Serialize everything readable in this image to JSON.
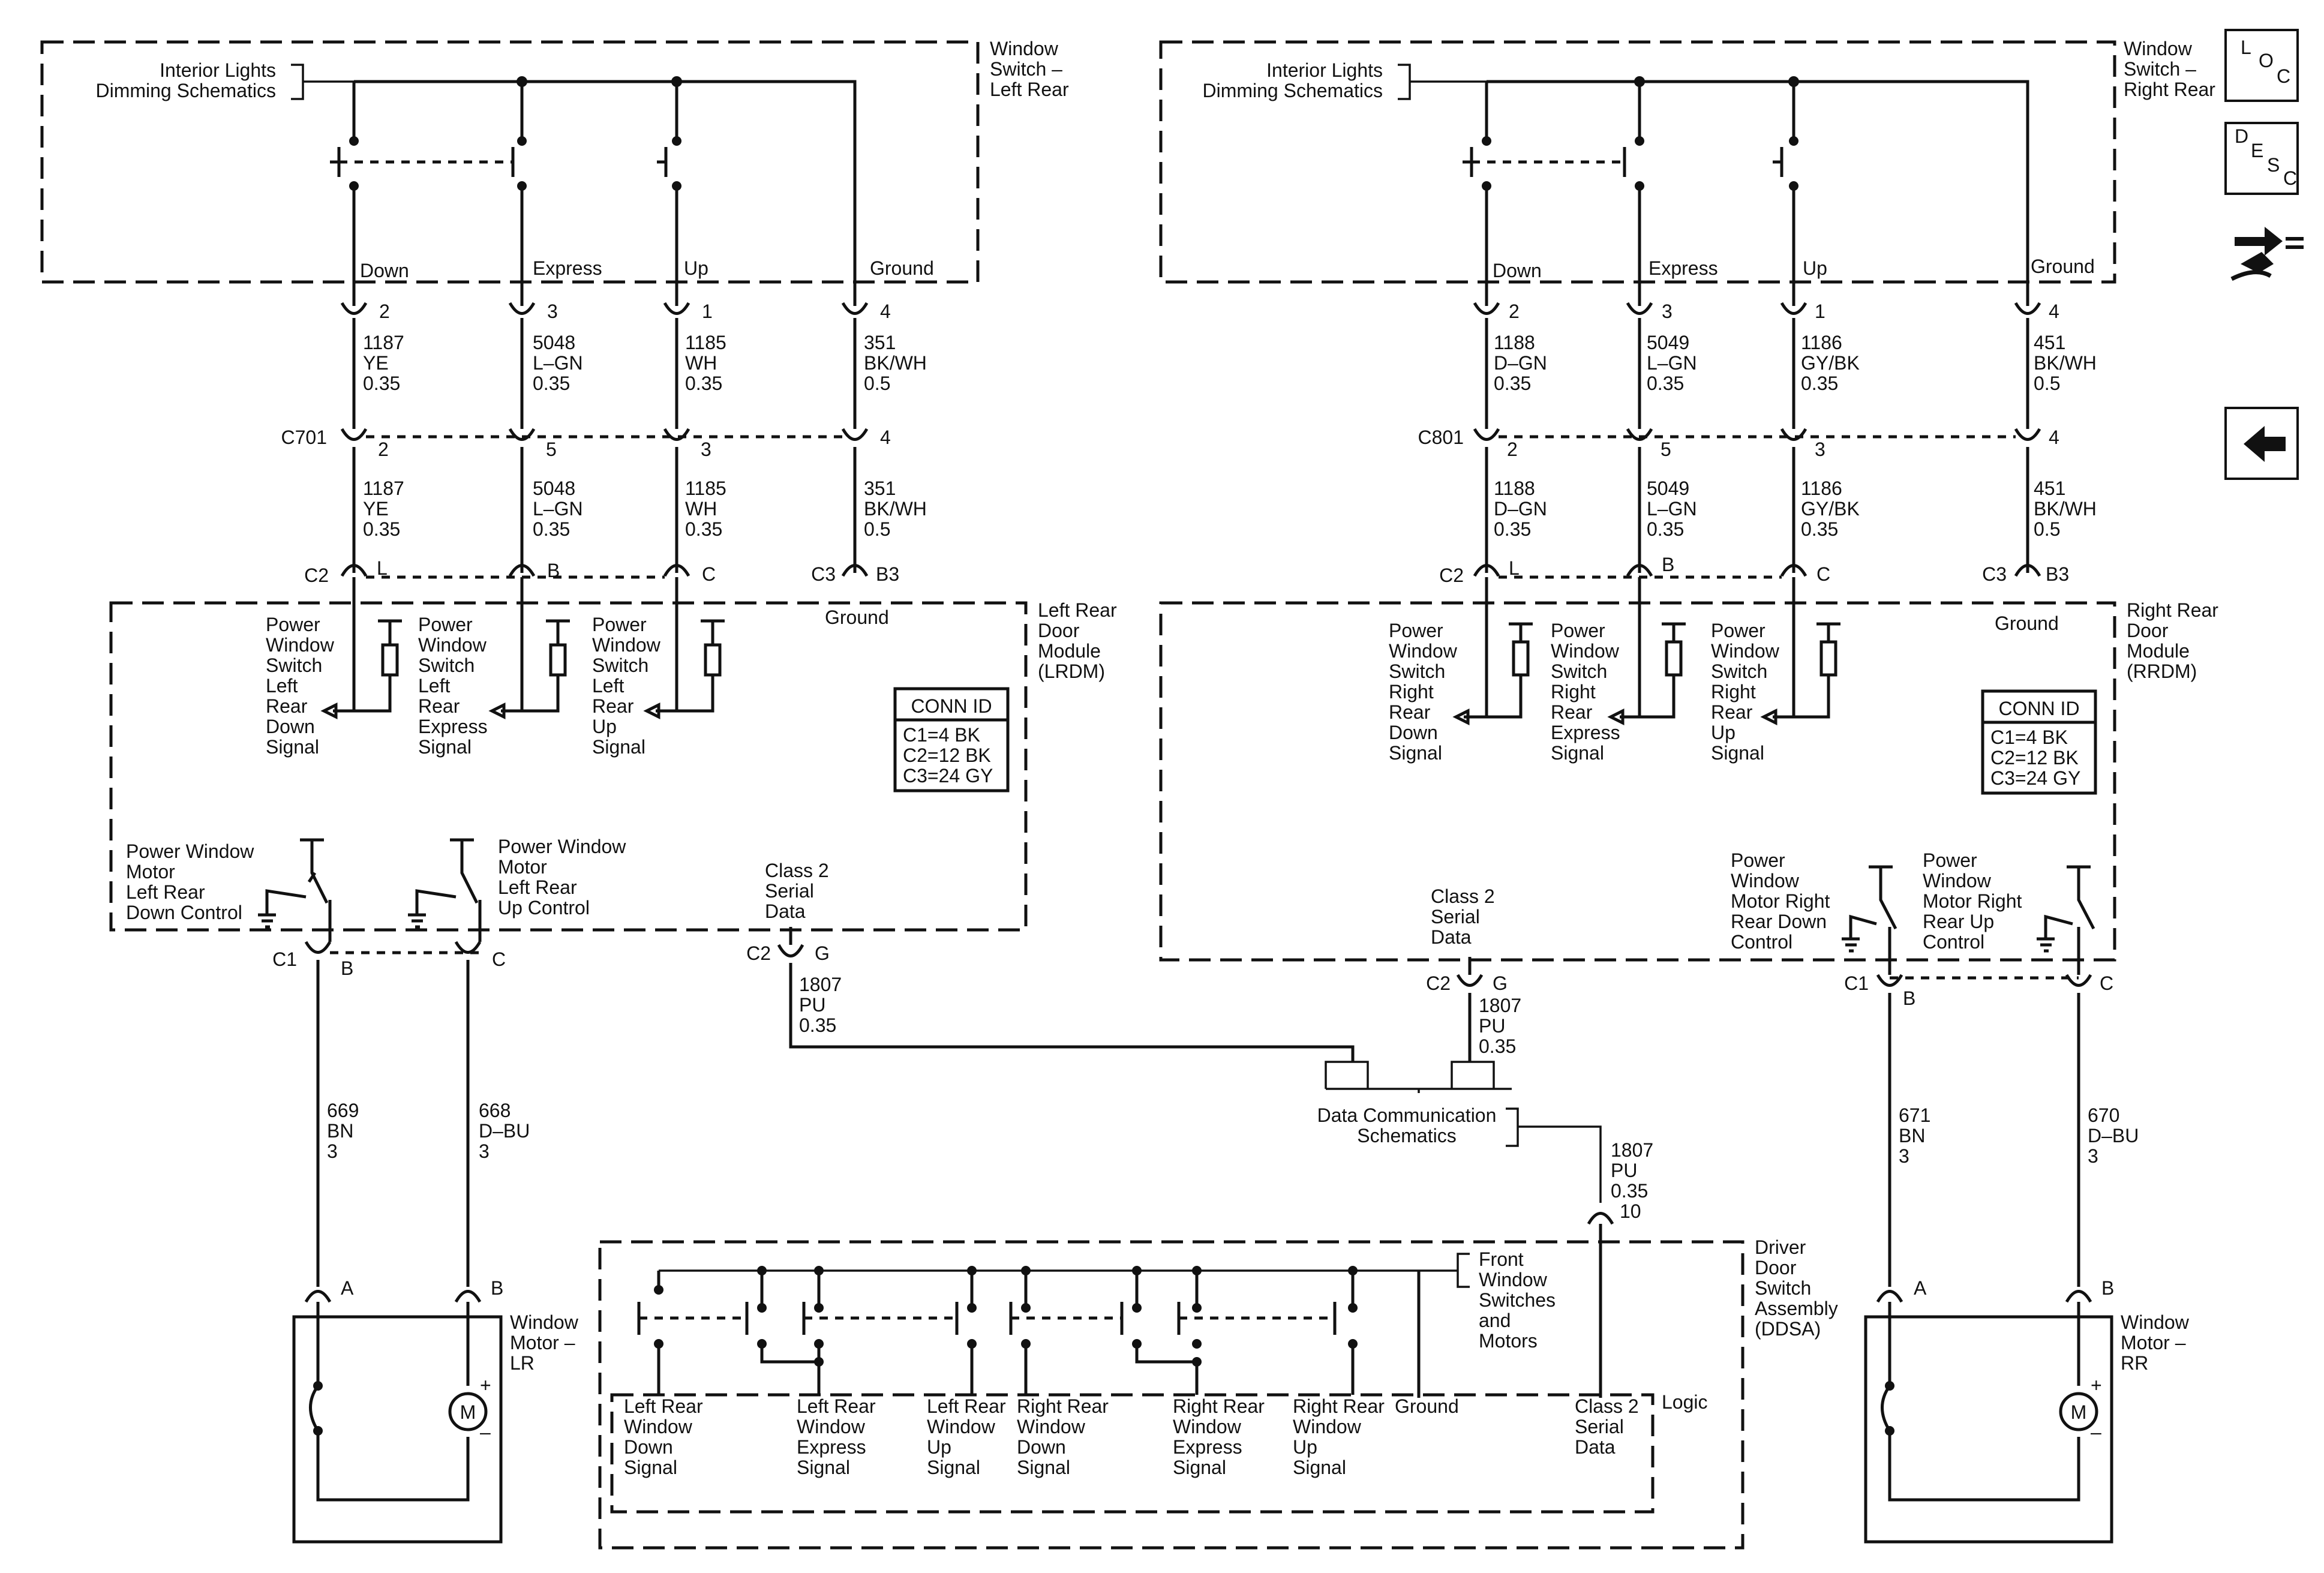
{
  "left_switch": {
    "title": [
      "Window",
      "Switch –",
      "Left Rear"
    ],
    "feed": [
      "Interior Lights",
      "Dimming Schematics"
    ],
    "term_down": "Down",
    "term_express": "Express",
    "term_up": "Up",
    "term_ground": "Ground",
    "pin_down": "2",
    "pin_express": "3",
    "pin_up": "1",
    "pin_ground": "4",
    "w1_down": [
      "1187",
      "YE",
      "0.35"
    ],
    "w1_express": [
      "5048",
      "L–GN",
      "0.35"
    ],
    "w1_up": [
      "1185",
      "WH",
      "0.35"
    ],
    "w1_ground": [
      "351",
      "BK/WH",
      "0.5"
    ],
    "conn": "C701",
    "c_pin_down": "2",
    "c_pin_express": "5",
    "c_pin_up": "3",
    "c_pin_ground": "4",
    "w2_down": [
      "1187",
      "YE",
      "0.35"
    ],
    "w2_express": [
      "5048",
      "L–GN",
      "0.35"
    ],
    "w2_up": [
      "1185",
      "WH",
      "0.35"
    ],
    "w2_ground": [
      "351",
      "BK/WH",
      "0.5"
    ]
  },
  "right_switch": {
    "title": [
      "Window",
      "Switch –",
      "Right Rear"
    ],
    "feed": [
      "Interior Lights",
      "Dimming Schematics"
    ],
    "term_down": "Down",
    "term_express": "Express",
    "term_up": "Up",
    "term_ground": "Ground",
    "pin_down": "2",
    "pin_express": "3",
    "pin_up": "1",
    "pin_ground": "4",
    "w1_down": [
      "1188",
      "D–GN",
      "0.35"
    ],
    "w1_express": [
      "5049",
      "L–GN",
      "0.35"
    ],
    "w1_up": [
      "1186",
      "GY/BK",
      "0.35"
    ],
    "w1_ground": [
      "451",
      "BK/WH",
      "0.5"
    ],
    "conn": "C801",
    "c_pin_down": "2",
    "c_pin_express": "5",
    "c_pin_up": "3",
    "c_pin_ground": "4",
    "w2_down": [
      "1188",
      "D–GN",
      "0.35"
    ],
    "w2_express": [
      "5049",
      "L–GN",
      "0.35"
    ],
    "w2_up": [
      "1186",
      "GY/BK",
      "0.35"
    ],
    "w2_ground": [
      "451",
      "BK/WH",
      "0.5"
    ]
  },
  "lrdm": {
    "title": [
      "Left Rear",
      "Door",
      "Module",
      "(LRDM)"
    ],
    "c2": "C2",
    "c3": "C3",
    "pin_l": "L",
    "pin_b": "B",
    "pin_c": "C",
    "pin_b3": "B3",
    "ground": "Ground",
    "sig_down": [
      "Power",
      "Window",
      "Switch",
      "Left",
      "Rear",
      "Down",
      "Signal"
    ],
    "sig_express": [
      "Power",
      "Window",
      "Switch",
      "Left",
      "Rear",
      "Express",
      "Signal"
    ],
    "sig_up": [
      "Power",
      "Window",
      "Switch",
      "Left",
      "Rear",
      "Up",
      "Signal"
    ],
    "conn_id_title": "CONN ID",
    "conn_id": [
      "C1=4 BK",
      "C2=12 BK",
      "C3=24 GY"
    ],
    "motor_down": [
      "Power Window",
      "Motor",
      "Left Rear",
      "Down Control"
    ],
    "motor_up": [
      "Power Window",
      "Motor",
      "Left Rear",
      "Up Control"
    ],
    "serial": [
      "Class 2",
      "Serial",
      "Data"
    ],
    "c1": "C1",
    "c1_b": "B",
    "c1_c": "C",
    "c2_g": "C2",
    "pin_g": "G",
    "serial_wire": [
      "1807",
      "PU",
      "0.35"
    ],
    "motor_wire_b": [
      "669",
      "BN",
      "3"
    ],
    "motor_wire_c": [
      "668",
      "D–BU",
      "3"
    ]
  },
  "rrdm": {
    "title": [
      "Right Rear",
      "Door",
      "Module",
      "(RRDM)"
    ],
    "c2": "C2",
    "c3": "C3",
    "pin_l": "L",
    "pin_b": "B",
    "pin_c": "C",
    "pin_b3": "B3",
    "ground": "Ground",
    "sig_down": [
      "Power",
      "Window",
      "Switch",
      "Right",
      "Rear",
      "Down",
      "Signal"
    ],
    "sig_express": [
      "Power",
      "Window",
      "Switch",
      "Right",
      "Rear",
      "Express",
      "Signal"
    ],
    "sig_up": [
      "Power",
      "Window",
      "Switch",
      "Right",
      "Rear",
      "Up",
      "Signal"
    ],
    "conn_id_title": "CONN ID",
    "conn_id": [
      "C1=4 BK",
      "C2=12 BK",
      "C3=24 GY"
    ],
    "motor_down": [
      "Power",
      "Window",
      "Motor Right",
      "Rear Down",
      "Control"
    ],
    "motor_up": [
      "Power",
      "Window",
      "Motor Right",
      "Rear Up",
      "Control"
    ],
    "serial": [
      "Class 2",
      "Serial",
      "Data"
    ],
    "c1": "C1",
    "c1_b": "B",
    "c1_c": "C",
    "c2_g": "C2",
    "pin_g": "G",
    "serial_wire": [
      "1807",
      "PU",
      "0.35"
    ],
    "motor_wire_b": [
      "671",
      "BN",
      "3"
    ],
    "motor_wire_c": [
      "670",
      "D–BU",
      "3"
    ]
  },
  "data_comm": {
    "label": [
      "Data Communication",
      "Schematics"
    ],
    "wire": [
      "1807",
      "PU",
      "0.35"
    ],
    "pin": "10"
  },
  "ddsa": {
    "title": [
      "Driver",
      "Door",
      "Switch",
      "Assembly",
      "(DDSA)"
    ],
    "front": [
      "Front",
      "Window",
      "Switches",
      "and",
      "Motors"
    ],
    "logic": "Logic",
    "signals": [
      [
        "Left Rear",
        "Window",
        "Down",
        "Signal"
      ],
      [
        "Left Rear",
        "Window",
        "Express",
        "Signal"
      ],
      [
        "Left Rear",
        "Window",
        "Up",
        "Signal"
      ],
      [
        "Right Rear",
        "Window",
        "Down",
        "Signal"
      ],
      [
        "Right Rear",
        "Window",
        "Express",
        "Signal"
      ],
      [
        "Right Rear",
        "Window",
        "Up",
        "Signal"
      ]
    ],
    "ground": "Ground",
    "serial": [
      "Class 2",
      "Serial",
      "Data"
    ]
  },
  "motor_lr": {
    "title": [
      "Window",
      "Motor –",
      "LR"
    ],
    "pin_a": "A",
    "pin_b": "B",
    "m": "M",
    "plus": "+",
    "minus": "–"
  },
  "motor_rr": {
    "title": [
      "Window",
      "Motor –",
      "RR"
    ],
    "pin_a": "A",
    "pin_b": "B",
    "m": "M",
    "plus": "+",
    "minus": "–"
  },
  "nav": {
    "loc": [
      "L",
      "O",
      "C"
    ],
    "desc": [
      "D",
      "E",
      "S",
      "C"
    ],
    "icons": [
      "loc-icon",
      "desc-icon",
      "connector-swap-icon",
      "back-arrow-icon"
    ]
  }
}
